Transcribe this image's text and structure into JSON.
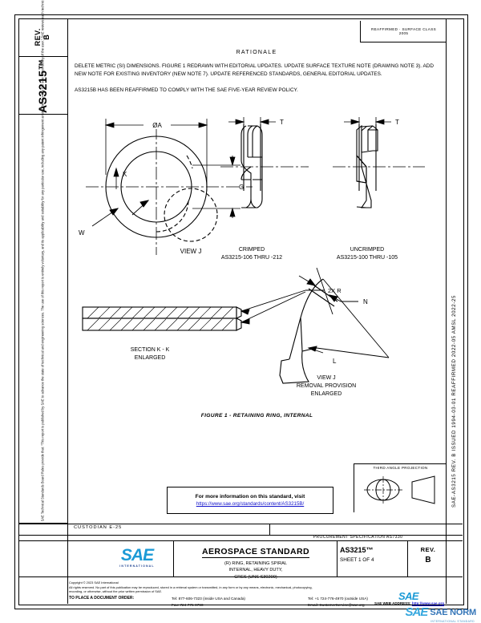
{
  "document": {
    "standard_id": "AS3215™",
    "rev_label": "REV.",
    "rev_value": "B",
    "stamp_line1": "REAFFIRMED · SURFACE CLASS",
    "stamp_line2": "2005"
  },
  "rationale": {
    "title": "RATIONALE",
    "paragraph1": "DELETE METRIC (SI) DIMENSIONS. FIGURE 1 REDRAWN WITH EDITORIAL UPDATES. UPDATE SURFACE TEXTURE NOTE (DRAWING NOTE 3). ADD NEW NOTE FOR EXISTING INVENTORY (NEW NOTE 7). UPDATE REFERENCED STANDARDS, GENERAL EDITORIAL UPDATES.",
    "paragraph2": "AS3215B HAS BEEN REAFFIRMED TO COMPLY WITH THE SAE FIVE-YEAR REVIEW POLICY."
  },
  "sidebar": {
    "rev_label": "REV.",
    "rev_value": "B",
    "part_number": "AS3215™",
    "legal_notice": "SAE Technical Standards Board Rules provide that: “This report is published by SAE to advance the state of technical and engineering sciences. The use of this report is entirely voluntary, and its applicability and suitability for any particular use, including any patent infringement arising therefrom, is the sole responsibility of the user.” SAE reviews each technical report at least every five years at which time it may be revised, reaffirmed, stabilized, or cancelled. SAE invites your written comments and suggestions.",
    "custodian": "CUSTODIAN  E-25"
  },
  "right_gutter": {
    "code": "SAE-AS3215 REV. B   ISSUED 1994-03-01   REAFFIRMED 2022-05   AMSL 2022-25"
  },
  "drawing": {
    "labels": {
      "dia_a": "ØA",
      "k": "K",
      "g": "G",
      "w": "W",
      "t1": "T",
      "t2": "T",
      "two_x_r": "2X R",
      "n": "N",
      "l": "L"
    },
    "view_j": "VIEW J",
    "crimped_title": "CRIMPED",
    "crimped_range": "AS3215-106 THRU -212",
    "uncrimped_title": "UNCRIMPED",
    "uncrimped_range": "AS3215-100 THRU -105",
    "section_title": "SECTION K - K",
    "section_sub": "ENLARGED",
    "removal_l1": "VIEW J",
    "removal_l2": "REMOVAL PROVISION",
    "removal_l3": "ENLARGED",
    "figure_caption": "FIGURE 1 - RETAINING RING, INTERNAL"
  },
  "info_box": {
    "line1": "For more information on this standard, visit",
    "url": "https://www.sae.org/standards/content/AS3215B/"
  },
  "projection": {
    "caption": "THIRD ANGLE PROJECTION"
  },
  "title_block": {
    "procurement": "PROCUREMENT SPECIFICATION AS7330",
    "logo_word": "SAE",
    "logo_sub": "INTERNATIONAL",
    "heading": "AEROSPACE STANDARD",
    "desc_line1": "(R) RING, RETAINING SPIRAL",
    "desc_line2": "INTERNAL, HEAVY DUTY,",
    "desc_line3": "CRES (UNS S30200)",
    "number": "AS3215™",
    "sheet": "SHEET 1 OF 4",
    "rev_label": "REV.",
    "rev_value": "B"
  },
  "footer": {
    "copyright": "Copyright © 2023 SAE International",
    "rights_line1": "All rights reserved. No part of this publication may be reproduced, stored in a retrieval system or transmitted, in any form or by any means, electronic, mechanical, photocopying,",
    "rights_line2": "recording, or otherwise, without the prior written permission of SAE.",
    "order_label": "TO PLACE A DOCUMENT ORDER:",
    "tel_us": "Tel:   877-606-7323 (inside USA and Canada)",
    "fax_us": "Fax:  724-776-0790",
    "tel_intl": "Tel:   +1 724-776-4970 (outside USA)",
    "email": "Email: CustomerService@sae.org",
    "web_label": "SAE WEB ADDRESS:",
    "web_url": "http://www.sae.org"
  },
  "watermark": {
    "mark1": "SAE",
    "mark2": "SAE NORM",
    "mark3": "INTERNATIONAL STANDARD"
  }
}
